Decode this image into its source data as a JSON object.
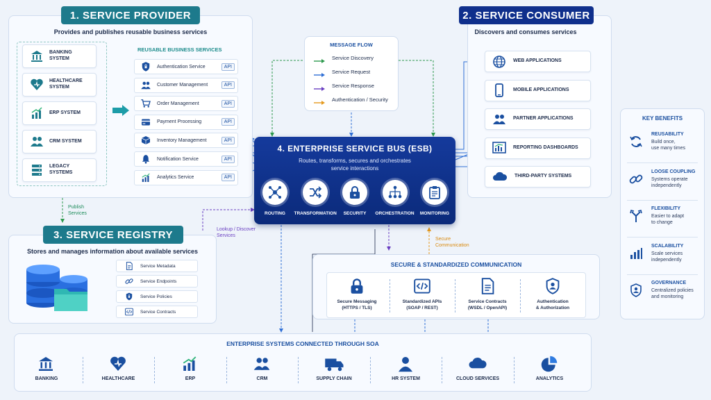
{
  "colors": {
    "teal": "#1d7a8c",
    "navy": "#0f2f8c",
    "esb": "#0e2f86",
    "accent": "#1a4fa0"
  },
  "provider": {
    "title": "1. SERVICE PROVIDER",
    "subtitle": "Provides and publishes reusable business services",
    "systems": [
      {
        "label": "BANKING SYSTEM",
        "icon": "bank-icon"
      },
      {
        "label": "HEALTHCARE SYSTEM",
        "icon": "heart-icon"
      },
      {
        "label": "ERP SYSTEM",
        "icon": "chart-icon"
      },
      {
        "label": "CRM SYSTEM",
        "icon": "users-icon"
      },
      {
        "label": "LEGACY SYSTEMS",
        "icon": "server-icon"
      }
    ],
    "services_heading": "REUSABLE BUSINESS SERVICES",
    "api_label": "API",
    "services": [
      {
        "label": "Authentication Service",
        "icon": "shield-icon"
      },
      {
        "label": "Customer Management",
        "icon": "users-icon"
      },
      {
        "label": "Order Management",
        "icon": "cart-icon"
      },
      {
        "label": "Payment Processing",
        "icon": "card-icon"
      },
      {
        "label": "Inventory Management",
        "icon": "box-icon"
      },
      {
        "label": "Notification Service",
        "icon": "bell-icon"
      },
      {
        "label": "Analytics Service",
        "icon": "chart-icon"
      }
    ]
  },
  "consumer": {
    "title": "2. SERVICE CONSUMER",
    "subtitle": "Discovers and consumes services",
    "items": [
      {
        "label": "WEB APPLICATIONS",
        "icon": "globe-icon"
      },
      {
        "label": "MOBILE APPLICATIONS",
        "icon": "phone-icon"
      },
      {
        "label": "PARTNER APPLICATIONS",
        "icon": "users-icon"
      },
      {
        "label": "REPORTING DASHBOARDS",
        "icon": "dashboard-icon"
      },
      {
        "label": "THIRD-PARTY SYSTEMS",
        "icon": "cloud-icon"
      }
    ]
  },
  "flow": {
    "title": "MESSAGE FLOW",
    "items": [
      {
        "label": "Service Discovery",
        "color": "#2e9a4e"
      },
      {
        "label": "Service Request",
        "color": "#2f6fd6"
      },
      {
        "label": "Service Response",
        "color": "#6a3fc2"
      },
      {
        "label": "Authentication / Security",
        "color": "#e59a1e"
      }
    ]
  },
  "esb": {
    "title": "4. ENTERPRISE SERVICE BUS (ESB)",
    "subtitle_line1": "Routes, transforms, secures and orchestrates",
    "subtitle_line2": "service interactions",
    "caps": [
      {
        "label": "ROUTING",
        "icon": "routing-icon"
      },
      {
        "label": "TRANSFORMATION",
        "icon": "shuffle-icon"
      },
      {
        "label": "SECURITY",
        "icon": "lock-icon"
      },
      {
        "label": "ORCHESTRATION",
        "icon": "hierarchy-icon"
      },
      {
        "label": "MONITORING",
        "icon": "clipboard-icon"
      }
    ]
  },
  "registry": {
    "title": "3. SERVICE REGISTRY",
    "subtitle": "Stores and manages information about available services",
    "items": [
      {
        "label": "Service Metadata",
        "icon": "document-icon"
      },
      {
        "label": "Service Endpoints",
        "icon": "link-icon"
      },
      {
        "label": "Service Policies",
        "icon": "shield-icon"
      },
      {
        "label": "Service Contracts",
        "icon": "code-icon"
      }
    ]
  },
  "links": {
    "publish": "Publish Services",
    "lookup": "Lookup / Discover Services",
    "secure": "Secure Communication"
  },
  "secure_comm": {
    "title": "SECURE & STANDARDIZED COMMUNICATION",
    "items": [
      {
        "l1": "Secure Messaging",
        "l2": "(HTTPS / TLS)",
        "icon": "lock-icon"
      },
      {
        "l1": "Standardized APIs",
        "l2": "(SOAP / REST)",
        "icon": "code-icon"
      },
      {
        "l1": "Service Contracts",
        "l2": "(WSDL / OpenAPI)",
        "icon": "document-icon"
      },
      {
        "l1": "Authentication",
        "l2": "& Authorization",
        "icon": "shield-user-icon"
      }
    ]
  },
  "benefits": {
    "title": "KEY BENEFITS",
    "items": [
      {
        "title": "REUSABILITY",
        "l1": "Build once,",
        "l2": "use many times",
        "icon": "refresh-icon"
      },
      {
        "title": "LOOSE COUPLING",
        "l1": "Systems operate",
        "l2": "independently",
        "icon": "link-icon"
      },
      {
        "title": "FLEXIBILITY",
        "l1": "Easier to adapt",
        "l2": "to change",
        "icon": "split-arrow-icon"
      },
      {
        "title": "SCALABILITY",
        "l1": "Scale services",
        "l2": "independently",
        "icon": "bars-icon"
      },
      {
        "title": "GOVERNANCE",
        "l1": "Centralized policies",
        "l2": "and monitoring",
        "icon": "shield-user-icon"
      }
    ]
  },
  "enterprise": {
    "title": "ENTERPRISE SYSTEMS CONNECTED THROUGH SOA",
    "items": [
      {
        "label": "BANKING",
        "icon": "bank-icon"
      },
      {
        "label": "HEALTHCARE",
        "icon": "heart-icon"
      },
      {
        "label": "ERP",
        "icon": "chart-icon"
      },
      {
        "label": "CRM",
        "icon": "users-icon"
      },
      {
        "label": "SUPPLY CHAIN",
        "icon": "truck-icon"
      },
      {
        "label": "HR SYSTEM",
        "icon": "user-icon"
      },
      {
        "label": "CLOUD SERVICES",
        "icon": "cloud-icon"
      },
      {
        "label": "ANALYTICS",
        "icon": "pie-icon"
      }
    ]
  }
}
